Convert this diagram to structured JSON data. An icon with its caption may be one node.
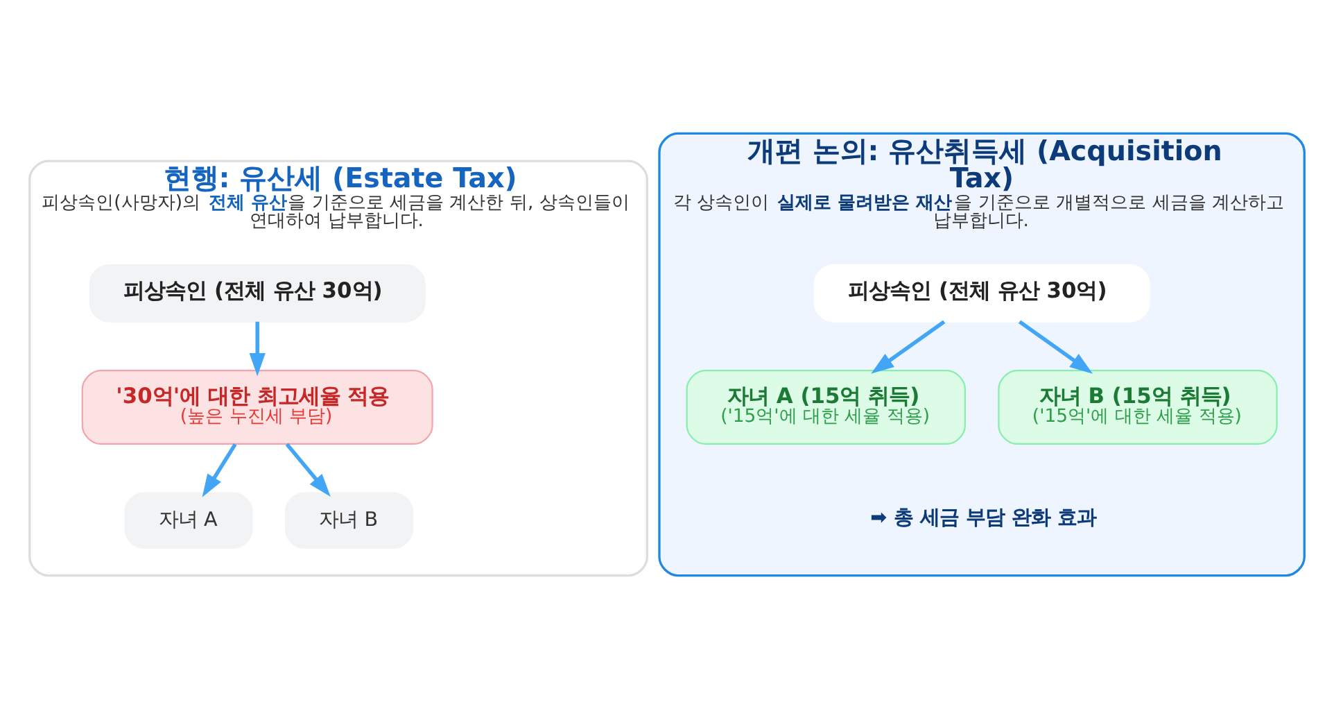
{
  "diagram": {
    "nodes": [
      {
        "text": [
          "현행: 유산세 (Estate Tax)",
          "피상속인(사망자)의 **전체 유산**을 기준으로 세금을 계산한 뒤, 상속인들이 연대하여 납부합니다."
        ]
      },
      {
        "text": [
          "피상속인 (전체 유산 30억)"
        ],
        "in": 0
      },
      {
        "text": [
          "'30억'에 대한 최고세율 적용",
          "(높은 누진세 부담)"
        ],
        "in": 0
      },
      {
        "text": [
          "자녀 A"
        ],
        "in": 0
      },
      {
        "text": [
          "자녀 B"
        ],
        "in": 0
      },
      {
        "text": [
          "개편 논의: 유산취득세 (Acquisition Tax)",
          "각 상속인이 **실제로 물려받은 재산**을 기준으로 개별적으로 세금을 계산하고 납부합니다."
        ]
      },
      {
        "text": [
          "피상속인 (전체 유산 30억)"
        ],
        "in": 5
      },
      {
        "text": [
          "자녀 A (15억 취득)",
          "('15억'에 대한 세율 적용)"
        ],
        "in": 5
      },
      {
        "text": [
          "자녀 B (15억 취득)",
          "('15억'에 대한 세율 적용)"
        ],
        "in": 5
      }
    ],
    "edges": [
      {
        "from": 1,
        "to": 2,
        "arrow": "to"
      },
      {
        "from": 2,
        "to": 3,
        "arrow": "to"
      },
      {
        "from": 2,
        "to": 4,
        "arrow": "to"
      },
      {
        "from": 6,
        "to": 7,
        "arrow": "to"
      },
      {
        "from": 6,
        "to": 8,
        "arrow": "to"
      }
    ],
    "labels": [
      "➡ 총 세금 부담 완화 효과"
    ]
  }
}
